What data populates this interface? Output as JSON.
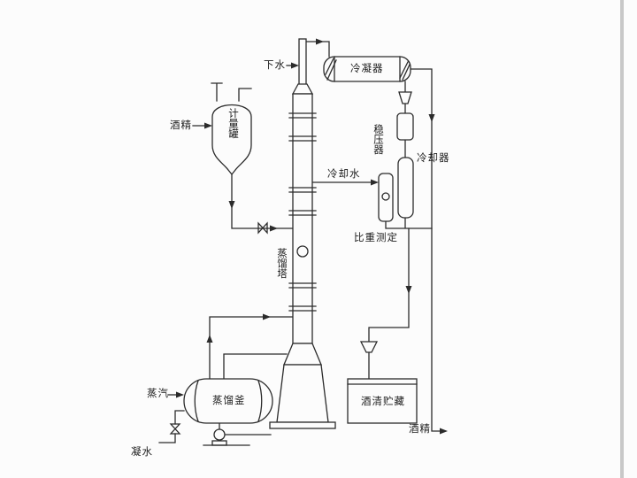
{
  "labels": {
    "drain_water": "下水",
    "condenser": "冷凝器",
    "alcohol_feed": "酒精",
    "measuring_tank": "计量罐",
    "pressure_stabilizer": "稳压器",
    "cooling_water": "冷却水",
    "cooler": "冷却器",
    "specific_gravity_measurement": "比重测定",
    "distillation_column": "蒸馏塔",
    "steam": "蒸汽",
    "distillation_kettle": "蒸馏釜",
    "alcohol_storage": "酒清贮藏",
    "alcohol_product": "酒精",
    "condensate_water": "凝水"
  },
  "colors": {
    "background": "#fcfcfc",
    "line": "#2b2b2b",
    "text": "#1c1c1c"
  }
}
